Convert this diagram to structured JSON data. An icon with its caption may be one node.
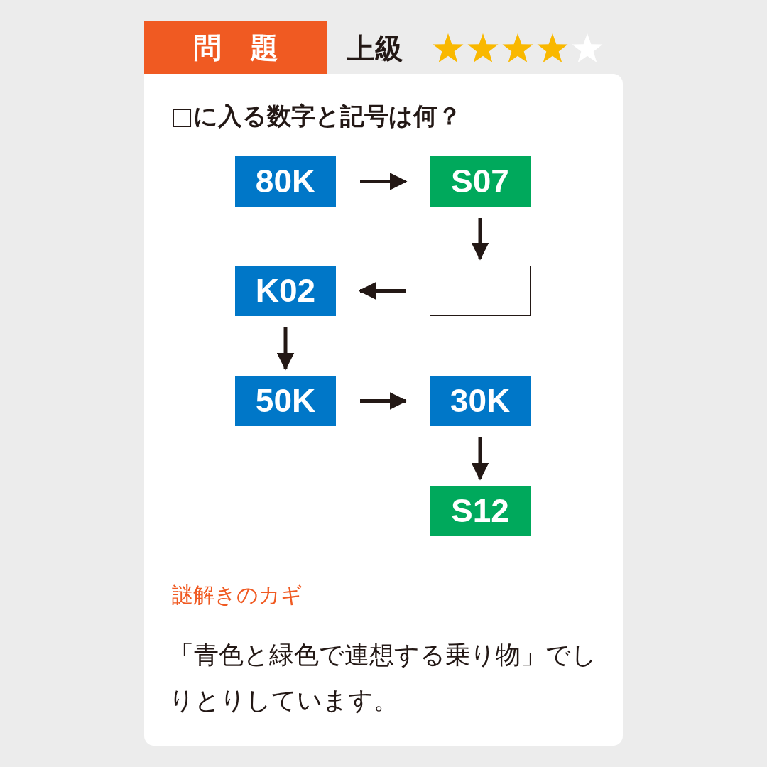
{
  "diagram": {
    "title": "□に入る数字と記号は何？",
    "nodes": [
      {
        "text": [
          "問　題"
        ]
      },
      {
        "text": [
          "80K"
        ]
      },
      {
        "text": [
          "S07"
        ]
      },
      {
        "text": [],
        "shape": "box"
      },
      {
        "text": [
          "K02"
        ]
      },
      {
        "text": [
          "50K"
        ]
      },
      {
        "text": [
          "30K"
        ]
      },
      {
        "text": [
          "S12"
        ]
      }
    ],
    "edges": [
      {
        "from": 1,
        "to": 2,
        "arrow": "to"
      },
      {
        "from": 2,
        "to": 3,
        "arrow": "to"
      },
      {
        "from": 3,
        "to": 4,
        "arrow": "to"
      },
      {
        "from": 4,
        "to": 5,
        "arrow": "to"
      },
      {
        "from": 5,
        "to": 6,
        "arrow": "to"
      },
      {
        "from": 6,
        "to": 7,
        "arrow": "to"
      }
    ],
    "labels": [
      "上級",
      "謎解きのカギ",
      "「青色と緑色で連想する乗り物」でしりとりしています。"
    ]
  }
}
